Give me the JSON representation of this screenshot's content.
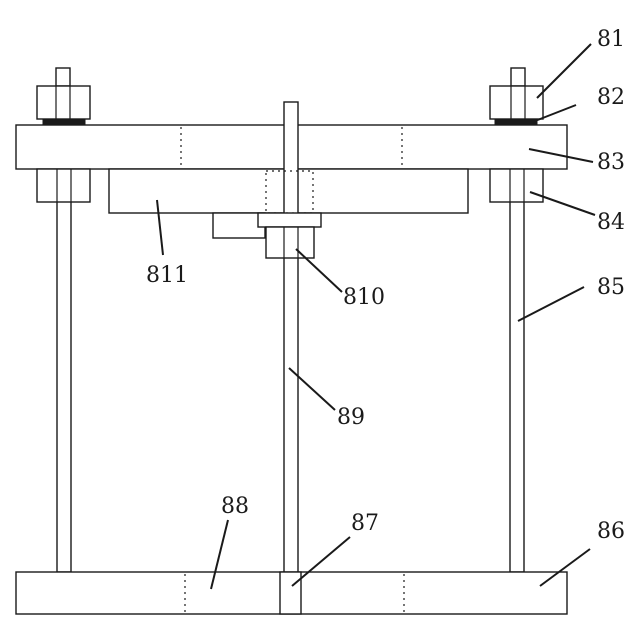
{
  "labels": {
    "l81": "81",
    "l82": "82",
    "l83": "83",
    "l84": "84",
    "l85": "85",
    "l86": "86",
    "l87": "87",
    "l88": "88",
    "l89": "89",
    "l810": "810",
    "l811": "811"
  },
  "colors": {
    "line": "#1a1a1a",
    "background": "#ffffff"
  }
}
